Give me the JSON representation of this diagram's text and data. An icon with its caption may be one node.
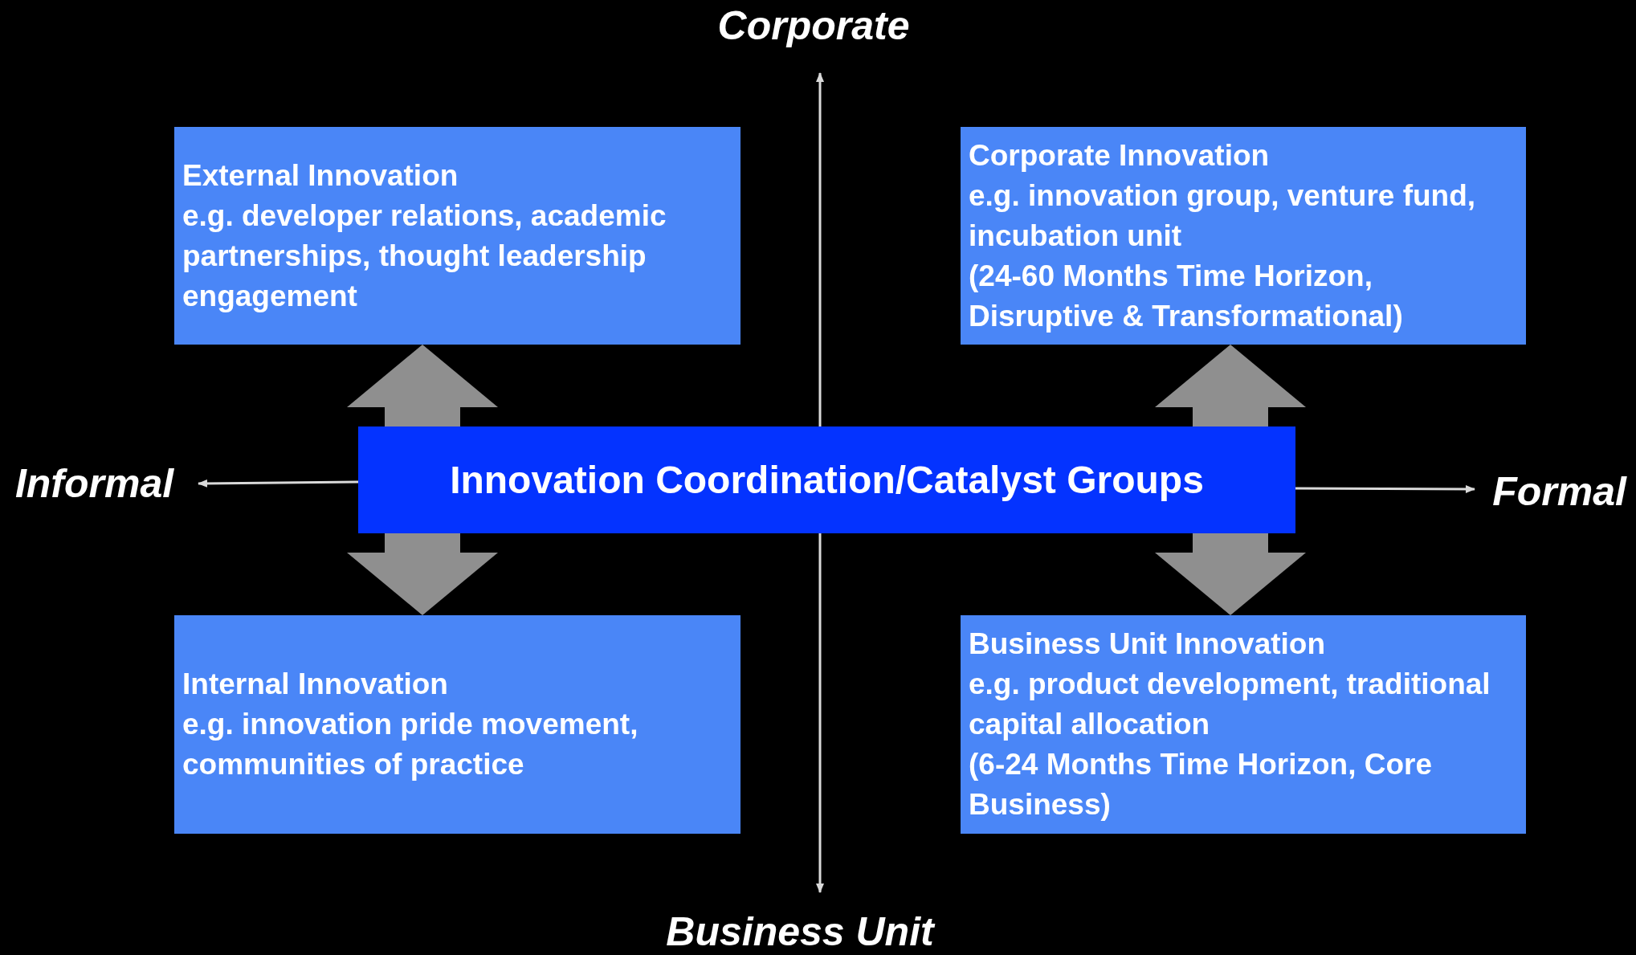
{
  "diagram": {
    "nodes": [
      {
        "text": [
          "Corporate"
        ]
      },
      {
        "text": [
          "External Innovation",
          "e.g. developer relations, academic partnerships, thought leadership engagement"
        ]
      },
      {
        "text": [
          "Corporate Innovation",
          "e.g. innovation group, venture fund, incubation unit",
          "(24-60 Months Time Horizon, Disruptive & Transformational)"
        ]
      },
      {
        "text": [
          "Informal"
        ]
      },
      {
        "text": [
          "Innovation Coordination/Catalyst Groups"
        ]
      },
      {
        "text": [
          "Formal"
        ]
      },
      {
        "text": [
          "Internal Innovation",
          "e.g. innovation pride movement, communities of practice"
        ]
      },
      {
        "text": [
          "Business Unit Innovation",
          "e.g. product development, traditional capital allocation",
          "(6-24 Months Time Horizon, Core Business)"
        ]
      },
      {
        "text": [
          "Business Unit"
        ]
      }
    ],
    "edges": [
      {
        "from": 4,
        "to": 0,
        "arrow": "to"
      },
      {
        "from": 4,
        "to": 8,
        "arrow": "to"
      },
      {
        "from": 4,
        "to": 3,
        "arrow": "to"
      },
      {
        "from": 4,
        "to": 5,
        "arrow": "to"
      },
      {
        "from": 4,
        "to": 1,
        "arrow": "to",
        "style": "thick",
        "color": "#8f8f8f"
      },
      {
        "from": 4,
        "to": 2,
        "arrow": "to",
        "style": "thick",
        "color": "#8f8f8f"
      },
      {
        "from": 4,
        "to": 6,
        "arrow": "to",
        "style": "thick",
        "color": "#8f8f8f"
      },
      {
        "from": 4,
        "to": 7,
        "arrow": "to",
        "style": "thick",
        "color": "#8f8f8f"
      }
    ]
  }
}
